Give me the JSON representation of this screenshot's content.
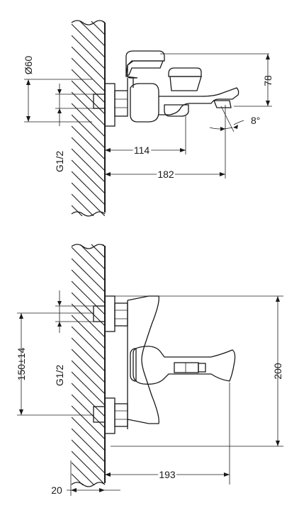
{
  "top_view": {
    "diameter_label": "Ø60",
    "thread_label": "G1/2",
    "height_label": "78",
    "angle_label": "8°",
    "offset_label": "114",
    "length_label": "182"
  },
  "bottom_view": {
    "spacing_label": "150±14",
    "thread_label": "G1/2",
    "height_label": "200",
    "length_label": "193",
    "wall_offset_label": "20"
  }
}
